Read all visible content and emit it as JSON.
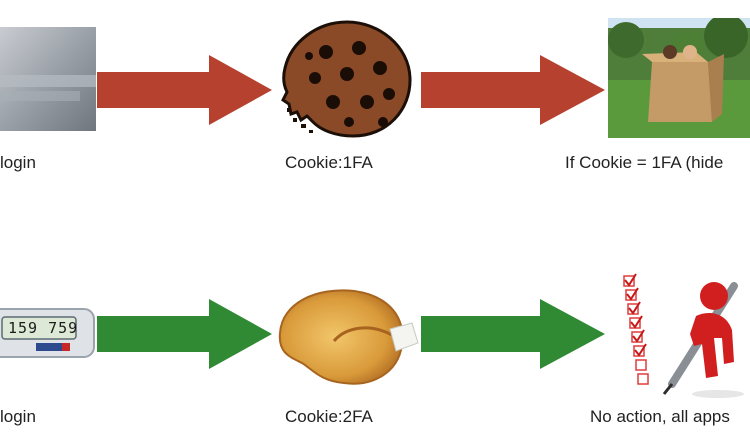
{
  "row1": {
    "label_left": "login",
    "label_center": "Cookie:1FA",
    "label_right": "If Cookie = 1FA (hide"
  },
  "row2": {
    "label_left": "login",
    "label_center": "Cookie:2FA",
    "label_right": "No action, all apps",
    "token_display": "159 759"
  },
  "colors": {
    "red_arrow": "#b6412f",
    "green_arrow": "#2f8a33",
    "cookie_base": "#8a4a28",
    "chip": "#1a0d06"
  }
}
